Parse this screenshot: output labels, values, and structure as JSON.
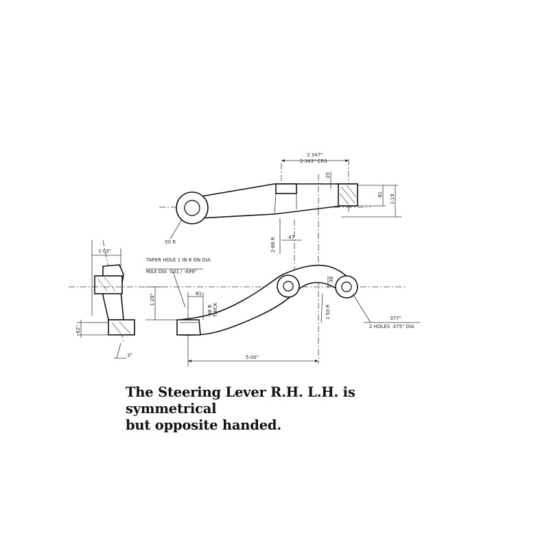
{
  "dimensions": {
    "crs_top": "2·347\"",
    "crs_bottom": "2·343\" CRS",
    "d25": "·25",
    "d81": "·81",
    "d119": "1·19",
    "rad50": "·50 R",
    "rad288": "2·88 R",
    "d47": "·47",
    "d103": "1·03\"",
    "taper1": "TAPER HOLE 1 IN 8 ON DIA",
    "taper2": "MAX DIA ·501 / ·499\"",
    "d128": "1·28\"",
    "d81b": "·81",
    "thick1": "·88 B",
    "thick2": "THICK",
    "d38": "·38",
    "rad150": "1·50 R",
    "holes1": "·377\"",
    "holes2": "2 HOLES ·375\" DIA",
    "d500": "5·00\"",
    "d62": "·62\"",
    "angle3": "3°"
  },
  "caption": {
    "line1": "The Steering Lever R.H. L.H. is symmetrical",
    "line2": "but  opposite  handed."
  }
}
